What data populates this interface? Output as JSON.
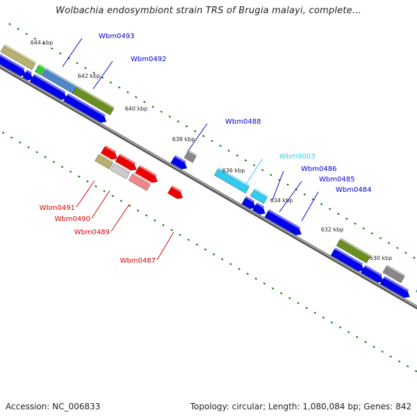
{
  "title": "Wolbachia endosymbiont strain TRS of Brugia malayi, complete...",
  "footer": {
    "accession_label": "Accession:",
    "accession": "NC_006833",
    "topology_label": "Topology:",
    "topology": "circular",
    "length_label": "Length:",
    "length": "1,080,084 bp",
    "genes_label": "Genes:",
    "genes": "842"
  },
  "ticks": [
    {
      "label": "644 kbp"
    },
    {
      "label": "642 kbp"
    },
    {
      "label": "640 kbp"
    },
    {
      "label": "638 kbp"
    },
    {
      "label": "636 kbp"
    },
    {
      "label": "634 kbp"
    },
    {
      "label": "632 kbp"
    },
    {
      "label": "630 kbp"
    }
  ],
  "gene_labels": [
    {
      "name": "Wbm0493",
      "color": "#0000cc"
    },
    {
      "name": "Wbm0492",
      "color": "#0000cc"
    },
    {
      "name": "Wbm0488",
      "color": "#0000cc"
    },
    {
      "name": "Wbm9003",
      "color": "#33ccee"
    },
    {
      "name": "Wbm0486",
      "color": "#0000cc"
    },
    {
      "name": "Wbm0485",
      "color": "#0000cc"
    },
    {
      "name": "Wbm0484",
      "color": "#0000cc"
    },
    {
      "name": "Wbm0491",
      "color": "#dd0000"
    },
    {
      "name": "Wbm0490",
      "color": "#dd0000"
    },
    {
      "name": "Wbm0489",
      "color": "#dd0000"
    },
    {
      "name": "Wbm0487",
      "color": "#dd0000"
    }
  ],
  "colors": {
    "backbone": "#7a7a7a",
    "tick": "#1a7a1a",
    "forward_gene": "#0000ee",
    "reverse_gene": "#ee0000",
    "cog_olive": "#6b8e23",
    "cog_khaki": "#b8b070",
    "cog_steel": "#4f86c6",
    "cog_green": "#33cc33",
    "cog_cyan": "#33ccee",
    "cog_grey": "#888888",
    "cog_pink": "#ee8888"
  }
}
